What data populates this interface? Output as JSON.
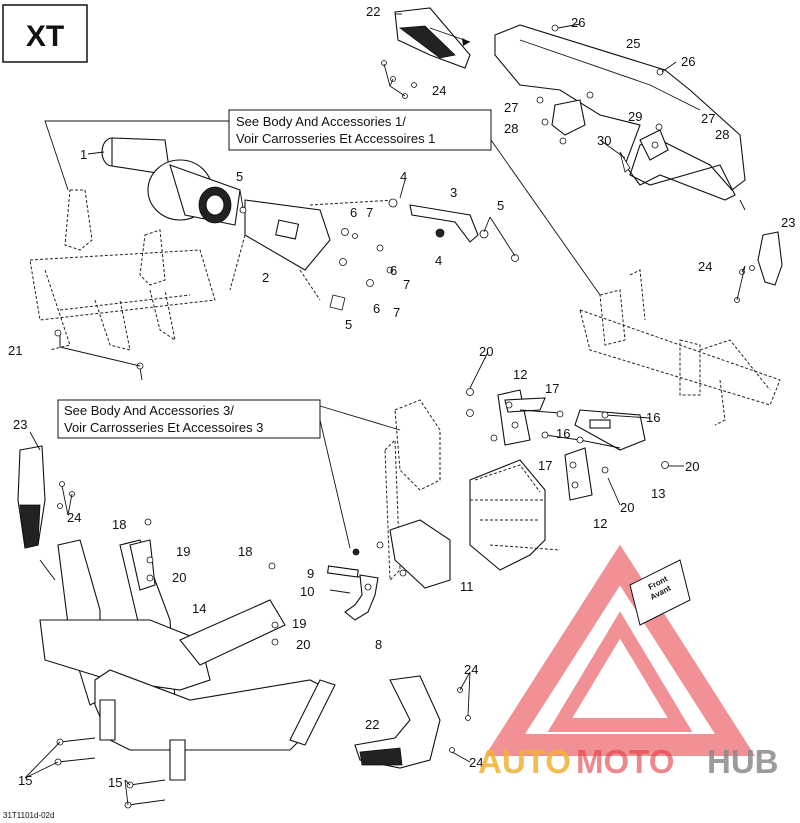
{
  "model_badge": "XT",
  "diagram_code": "31T1101d-02d",
  "callouts": [
    {
      "line1": "See Body And Accessories 1/",
      "line2": "Voir Carrosseries Et Accessoires 1"
    },
    {
      "line1": "See Body And Accessories 3/",
      "line2": "Voir Carrosseries Et Accessoires 3"
    }
  ],
  "front_label": {
    "line1": "Front",
    "line2": "Avant"
  },
  "watermark": {
    "part1": "AUTO",
    "part2": "MOTO",
    "part3": "HUB",
    "colors": {
      "triangle": "#e6393f",
      "auto": "#f2b134",
      "moto": "#f2b134",
      "hub": "#8a8a8a"
    }
  },
  "part_labels": [
    "1",
    "2",
    "3",
    "4",
    "4",
    "5",
    "5",
    "5",
    "6",
    "6",
    "7",
    "7",
    "7",
    "6",
    "8",
    "9",
    "10",
    "11",
    "12",
    "12",
    "13",
    "14",
    "15",
    "15",
    "16",
    "16",
    "17",
    "17",
    "18",
    "18",
    "19",
    "19",
    "20",
    "20",
    "20",
    "20",
    "20",
    "21",
    "22",
    "22",
    "23",
    "23",
    "24",
    "24",
    "24",
    "24",
    "24",
    "25",
    "26",
    "26",
    "27",
    "27",
    "28",
    "28",
    "29",
    "30"
  ]
}
